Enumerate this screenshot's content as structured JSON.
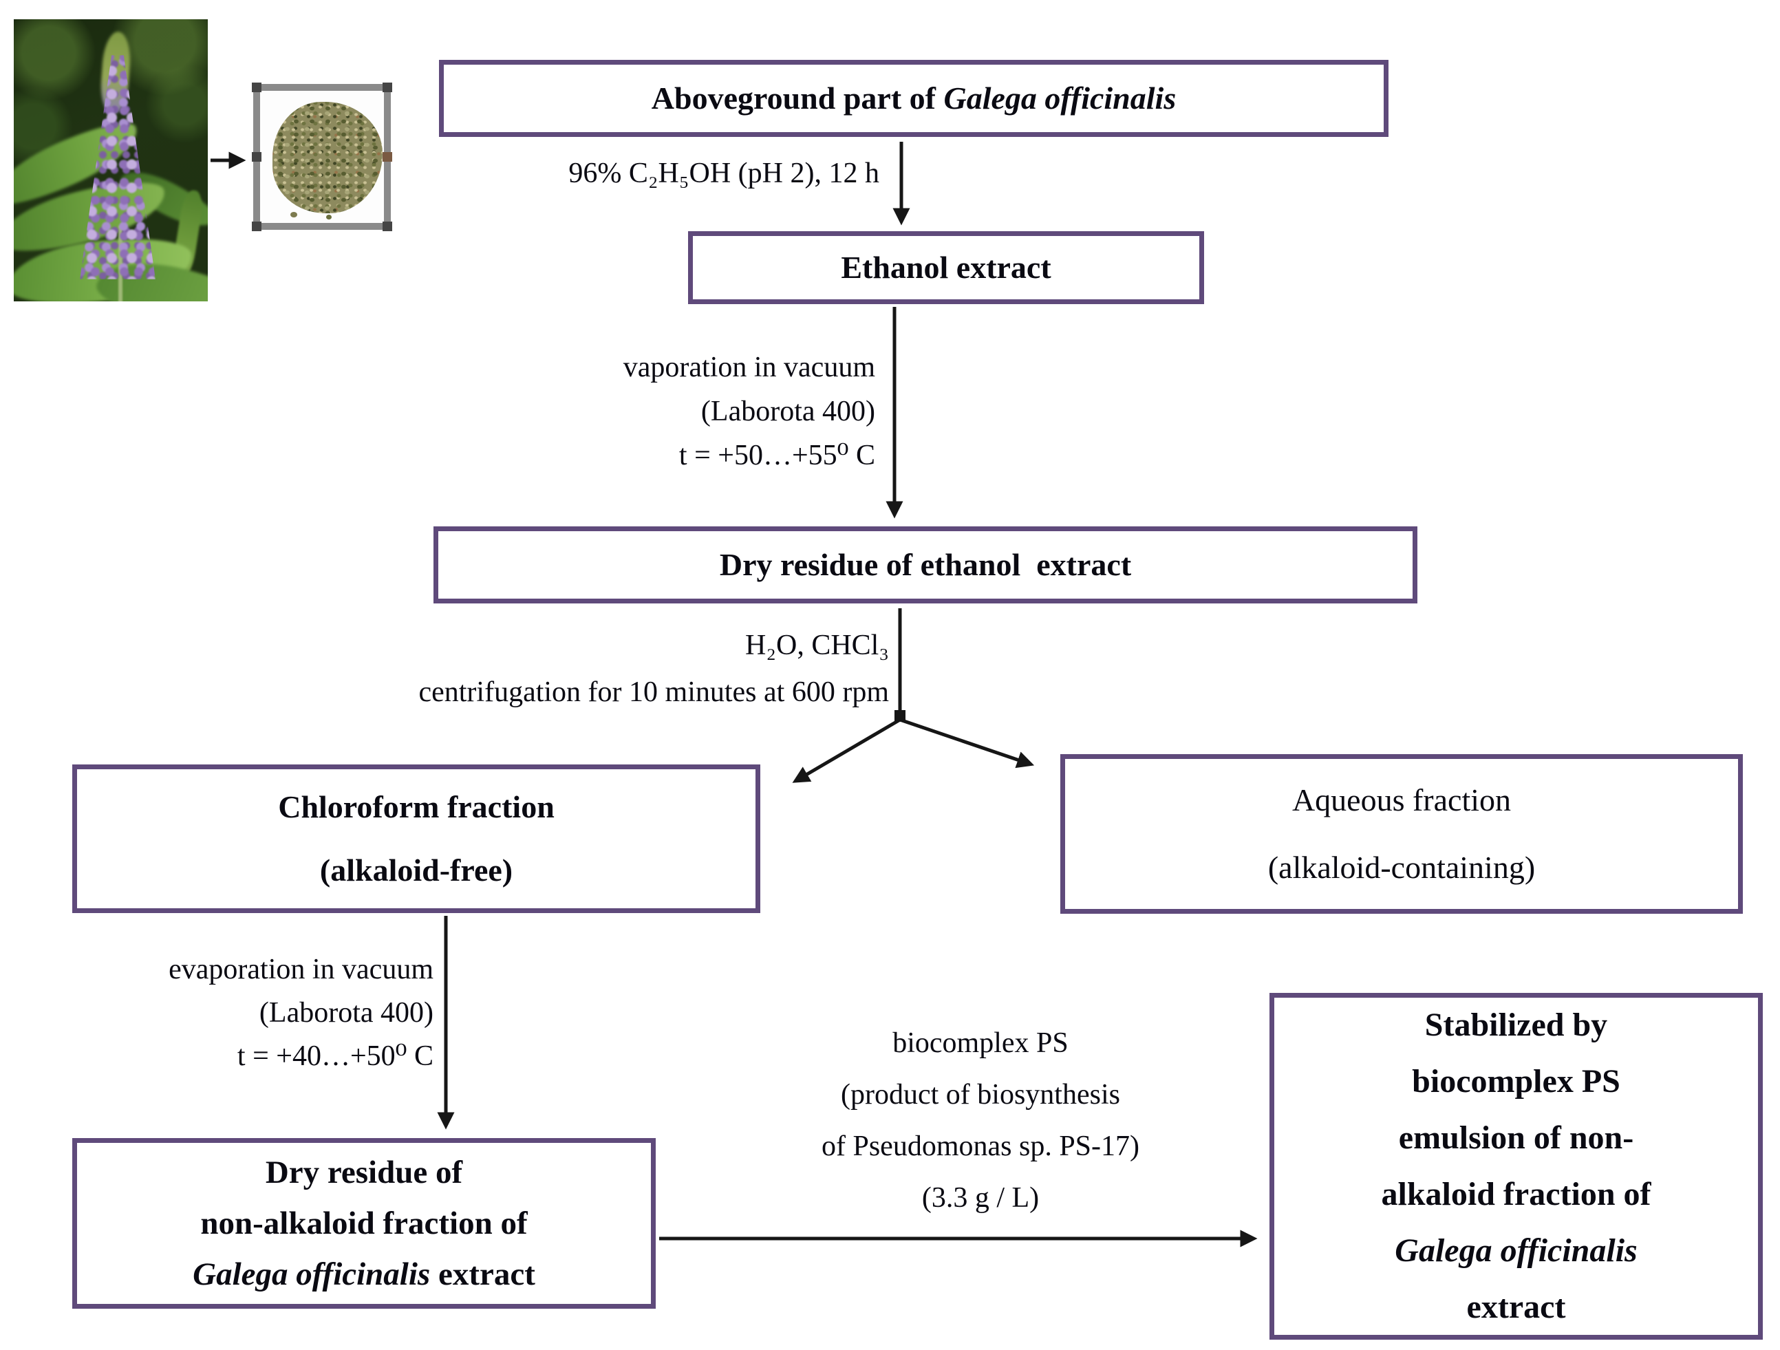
{
  "figure": {
    "boxes": {
      "aboveground": {
        "prefix": "Aboveground part of ",
        "italic": "Galega officinalis"
      },
      "ethanol": {
        "label": "Ethanol extract"
      },
      "dry_residue_ethanol": {
        "label": "Dry residue of ethanol  extract"
      },
      "chloroform": {
        "line1": "Chloroform fraction",
        "line2": "(alkaloid-free)"
      },
      "aqueous": {
        "line1": "Aqueous fraction",
        "line2": "(alkaloid-containing)"
      },
      "dry_residue_nonalkaloid": {
        "line1": "Dry residue of",
        "line2": "non-alkaloid fraction of",
        "line3_italic": "Galega officinalis",
        "line3_suffix": " extract"
      },
      "stabilized": {
        "line1": "Stabilized by",
        "line2": "biocomplex PS",
        "line3": "emulsion of non-",
        "line4": "alkaloid fraction of",
        "line5_italic": "Galega officinalis",
        "line6": "extract"
      }
    },
    "labels": {
      "ethanol_step": "96% C₂H₅OH (pH 2), 12 h",
      "evaporation1": {
        "line1": "vaporation in vacuum",
        "line2": "(Laborota 400)",
        "line3": "t = +50…+55⁰ C"
      },
      "separation": {
        "line1": "H₂O, CHCl₃",
        "line2": "centrifugation for 10 minutes at 600 rpm"
      },
      "evaporation2": {
        "line1": "evaporation in vacuum",
        "line2": "(Laborota 400)",
        "line3": "t = +40…+50⁰ C"
      },
      "biocomplex": {
        "line1": "biocomplex PS",
        "line2": "(product of biosynthesis",
        "line3": "of Pseudomonas sp. PS-17)",
        "line4": "(3.3 g / L)"
      }
    },
    "images": {
      "plant_photo": "photo of Galega officinalis flowering plant",
      "herb_sample": "framed photo of dried chopped Galega officinalis herb"
    },
    "colors": {
      "box_border": "#5f4a7b",
      "text": "#0a0a12",
      "arrow": "#161616",
      "image_frame": "#8a8a8a"
    }
  }
}
